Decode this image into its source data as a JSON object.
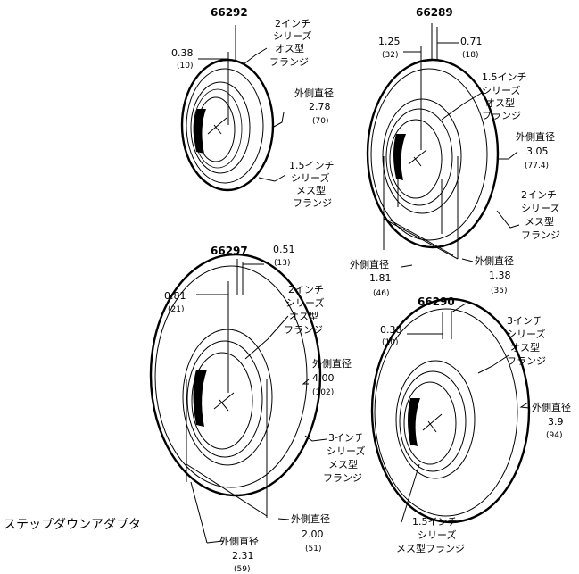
{
  "caption": "ステップダウンアダプタ",
  "adapters": [
    {
      "part": "66292",
      "dims": [
        {
          "value": "0.38",
          "mm": "(10)"
        }
      ],
      "male_flange": [
        "2インチ",
        "シリーズ",
        "オス型",
        "フランジ"
      ],
      "od": {
        "label": "外側直径",
        "value": "2.78",
        "mm": "(70)"
      },
      "female_flange": [
        "1.5インチ",
        "シリーズ",
        "メス型",
        "フランジ"
      ]
    },
    {
      "part": "66289",
      "dims": [
        {
          "value": "1.25",
          "mm": "(32)"
        },
        {
          "value": "0.71",
          "mm": "(18)"
        }
      ],
      "male_flange": [
        "1.5インチ",
        "シリーズ",
        "オス型",
        "フランジ"
      ],
      "od": {
        "label": "外側直径",
        "value": "3.05",
        "mm": "(77.4)"
      },
      "female_flange": [
        "2インチ",
        "シリーズ",
        "メス型",
        "フランジ"
      ],
      "od_inner_a": {
        "label": "外側直径",
        "value": "1.81",
        "mm": "(46)"
      },
      "od_inner_b": {
        "label": "外側直径",
        "value": "1.38",
        "mm": "(35)"
      }
    },
    {
      "part": "66297",
      "dims": [
        {
          "value": "0.51",
          "mm": "(13)"
        },
        {
          "value": "0.81",
          "mm": "(21)"
        }
      ],
      "male_flange": [
        "2インチ",
        "シリーズ",
        "オス型",
        "フランジ"
      ],
      "od": {
        "label": "外側直径",
        "value": "4.00",
        "mm": "(102)"
      },
      "female_flange": [
        "3インチ",
        "シリーズ",
        "メス型",
        "フランジ"
      ],
      "od_inner_a": {
        "label": "外側直径",
        "value": "2.00",
        "mm": "(51)"
      },
      "od_inner_b": {
        "label": "外側直径",
        "value": "2.31",
        "mm": "(59)"
      }
    },
    {
      "part": "66290",
      "dims": [
        {
          "value": "0.38",
          "mm": "(10)"
        }
      ],
      "male_flange": [
        "3インチ",
        "シリーズ",
        "オス型",
        "フランジ"
      ],
      "od": {
        "label": "外側直径",
        "value": "3.9",
        "mm": "(94)"
      },
      "female_flange": [
        "1.5インチ",
        "シリーズ",
        "メス型フランジ"
      ]
    }
  ]
}
